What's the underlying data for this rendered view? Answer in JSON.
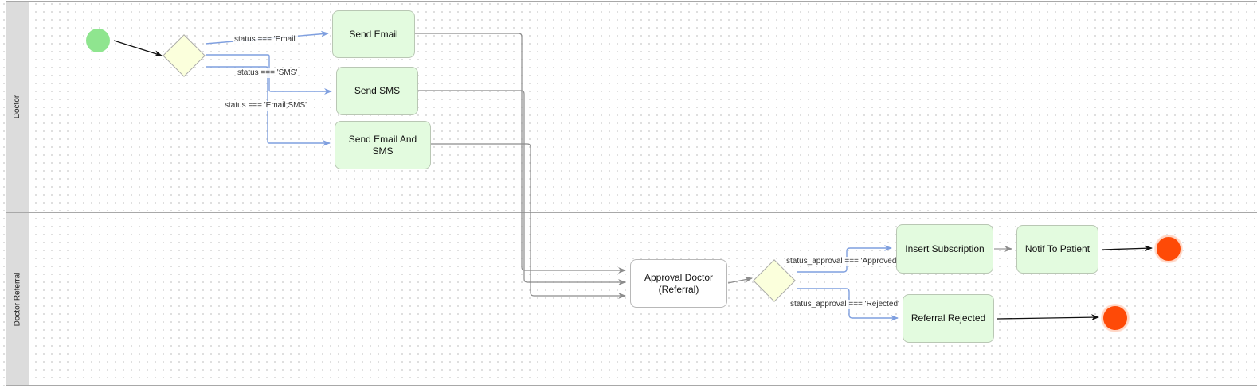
{
  "lanes": {
    "doctor": "Doctor",
    "doctor_referral": "Doctor Referral"
  },
  "nodes": {
    "send_email": "Send Email",
    "send_sms": "Send SMS",
    "send_email_sms": "Send Email And SMS",
    "approval_doctor": "Approval Doctor (Referral)",
    "insert_subscription": "Insert Subscription",
    "notif_to_patient": "Notif To Patient",
    "referral_rejected": "Referral Rejected"
  },
  "edge_labels": {
    "email": "status === 'Email'",
    "sms": "status === 'SMS'",
    "email_sms": "status === 'Email;SMS'",
    "approved": "status_approval === 'Approved'",
    "rejected": "status_approval === 'Rejected'"
  },
  "colors": {
    "task_fill": "#e3fbdf",
    "gateway_fill": "#fbffdc",
    "start_fill": "#8fe58f",
    "end_fill": "#fe4a07",
    "conditional_flow": "#7f9fdf",
    "flow": "#8c8c8c"
  }
}
